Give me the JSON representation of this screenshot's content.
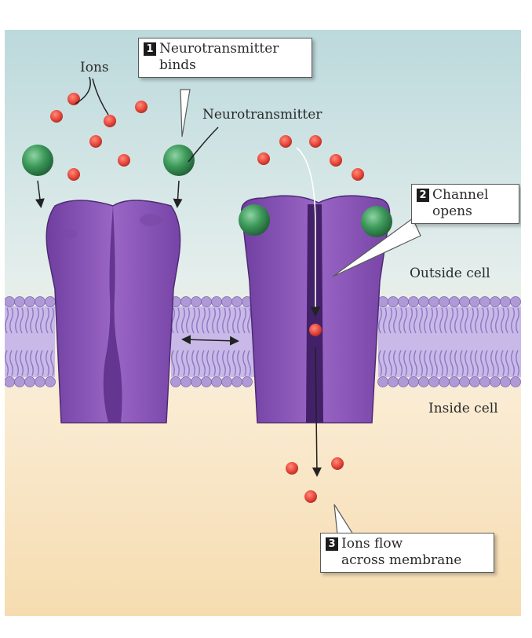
{
  "labels": {
    "ions": "Ions",
    "neurotransmitter": "Neurotransmitter",
    "outside_cell": "Outside cell",
    "inside_cell": "Inside cell"
  },
  "steps": [
    {
      "number": "1",
      "line1": "Neurotransmitter",
      "line2": "binds"
    },
    {
      "number": "2",
      "line1": "Channel",
      "line2": "opens"
    },
    {
      "number": "3",
      "line1": "Ions flow",
      "line2": "across membrane"
    }
  ],
  "colors": {
    "extracellular": "#cfe3e6",
    "intracellular": "#f6e2c2",
    "membrane": "#a58ccf",
    "channel": "#8a52b8",
    "ion": "#e8473b",
    "neurotransmitter": "#3f9a5c"
  }
}
